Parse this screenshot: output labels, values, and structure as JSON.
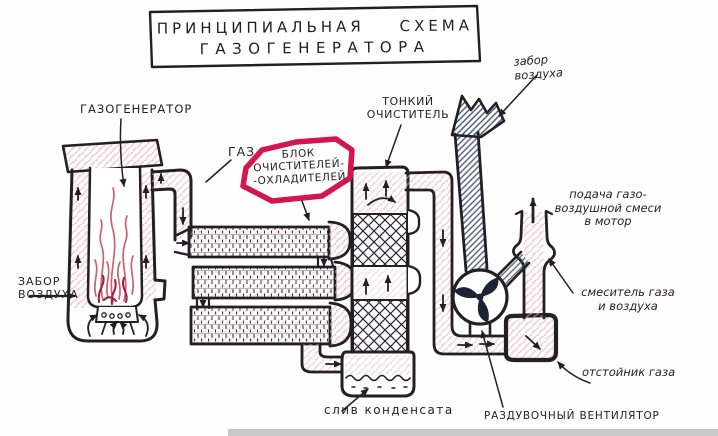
{
  "title": {
    "line1": "ПРИНЦИПИАЛЬНАЯ СХЕМА",
    "line2": "ГАЗОГЕНЕРАТОРА"
  },
  "labels": {
    "gas_generator": "ГАЗОГЕНЕРАТОР",
    "air_intake_left": "ЗАБОР\nВОЗДУХА",
    "gas": "ГАЗ",
    "cleaner_cooler_block": "БЛОК\nОЧИСТИТЕЛЕЙ-\n-ОХЛАДИТЕЛЕЙ",
    "fine_cleaner": "ТОНКИЙ\nОЧИСТИТЕЛЬ",
    "air_intake_right": "забор\nвоздуха",
    "gas_air_to_motor": "подача газо-\nвоздушной смеси\nв мотор",
    "gas_air_mixer": "смеситель газа\nи воздуха",
    "gas_settler": "отстойник газа",
    "condensate_drain": "слив конденсата",
    "blower_fan": "РАЗДУВОЧНЫЙ ВЕНТИЛЯТОР"
  },
  "colors": {
    "ink": "#221e20",
    "highlight_red": "#d5164e",
    "flame_pink": "#cf5f72",
    "flame_deep": "#9e2540",
    "hatch_pink": "#e6aab2",
    "hatch_blue": "#3d4e6e",
    "scan_edge_gray": "#c9c9c9"
  }
}
